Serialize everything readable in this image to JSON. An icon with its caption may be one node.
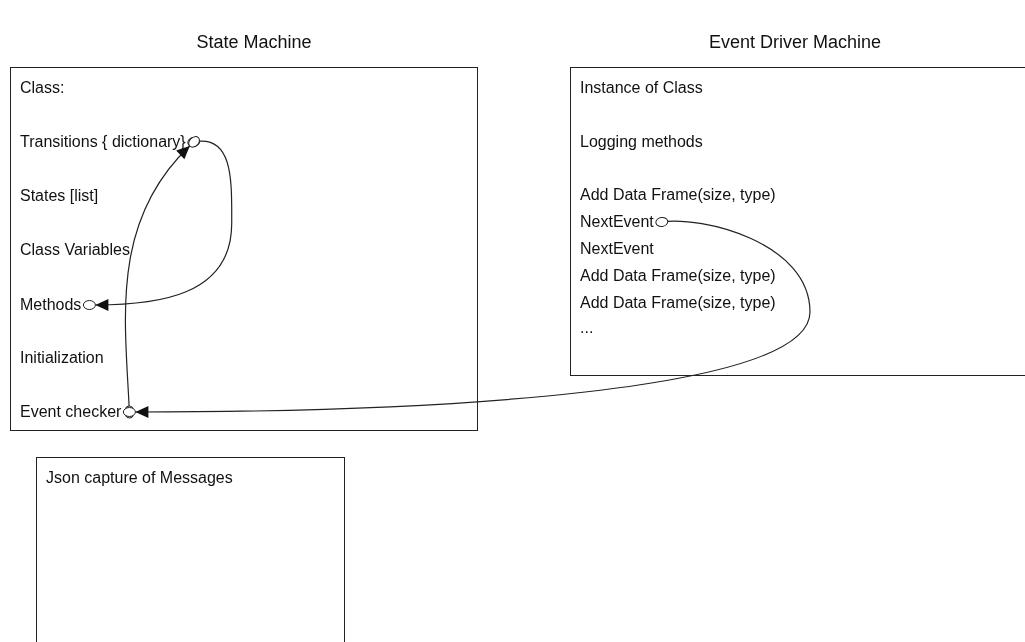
{
  "diagram": {
    "nodes": [
      {
        "text": [
          "State Machine",
          "Class:"
        ]
      },
      {
        "text": [
          "Transitions { dictionary}"
        ],
        "in": 0
      },
      {
        "text": [
          "States [list]"
        ],
        "in": 0
      },
      {
        "text": [
          "Class Variables"
        ],
        "in": 0
      },
      {
        "text": [
          "Methods"
        ],
        "in": 0
      },
      {
        "text": [
          "Initialization"
        ],
        "in": 0
      },
      {
        "text": [
          "Event checker"
        ],
        "in": 0
      },
      {
        "text": [
          "Event Driver Machine",
          "Instance of Class",
          "Logging methods"
        ]
      },
      {
        "text": [
          "Add Data Frame(size, type)"
        ],
        "in": 7
      },
      {
        "text": [
          "NextEvent"
        ],
        "in": 7
      },
      {
        "text": [
          "NextEvent"
        ],
        "in": 7
      },
      {
        "text": [
          "Add Data Frame(size, type)"
        ],
        "in": 7
      },
      {
        "text": [
          "Add Data Frame(size, type)"
        ],
        "in": 7
      },
      {
        "text": [
          "..."
        ],
        "in": 7
      },
      {
        "text": [
          "Json capture of Messages"
        ]
      }
    ],
    "edges": [
      {
        "from": 1,
        "to": 4,
        "arrow": "to"
      },
      {
        "from": 6,
        "to": 1,
        "arrow": "to"
      },
      {
        "from": 9,
        "to": 6,
        "arrow": "to"
      }
    ]
  }
}
